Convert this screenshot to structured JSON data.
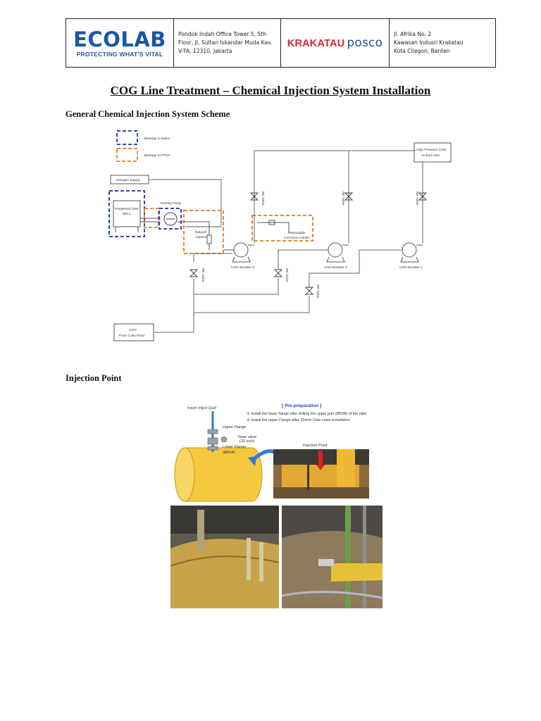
{
  "header": {
    "company_logo": {
      "word": "ECOLAB",
      "tagline": "PROTECTING WHAT'S VITAL"
    },
    "company_address": [
      "Pondok Indah Office Tower 5, 5th",
      "Floor, Jl. Sultan Iskandar Muda Kav.",
      "V-TA, 12310, Jakarta"
    ],
    "client_logo": {
      "primary": "KRAKATAU",
      "secondary": "posco"
    },
    "client_address": [
      "Jl. Afrika No. 2",
      "Kawasan Indusri Krakatau",
      "Kota Cilegon, Banten"
    ]
  },
  "document": {
    "title": "COG Line Treatment – Chemical Injection System Installation",
    "section1_heading": "General Chemical Injection System Scheme",
    "section2_heading": "Injection Point"
  },
  "scheme": {
    "legend": {
      "nalco": "Belongs to Nalco",
      "ptkp": "Belongs to PTKP"
    },
    "nitrogen_supply": "Nitrogen Supply",
    "tank": [
      "PortaFeed Tank",
      "600 L"
    ],
    "dosing_pump": "Dosing Pump",
    "quill": [
      "Nalquill",
      "Injector"
    ],
    "corrosion": [
      "Retractable",
      "Corrosion Holder"
    ],
    "high_pressure": [
      "High Pressure COG",
      "to End User"
    ],
    "boosters": [
      "COG Booster 3",
      "COG Booster 2",
      "COG Booster 1"
    ],
    "cog_source": [
      "COG",
      "From Coke Plant"
    ],
    "valve_label": "NK Valve",
    "colors": {
      "nalco": "#2f45c4",
      "ptkp": "#e58a3c",
      "line": "#666666"
    }
  },
  "injection": {
    "labels": {
      "insert": "Insert Inject Quill",
      "upper_flange": "Upper Flange",
      "gate_valve": [
        "Gate valve",
        "(32 inch)"
      ],
      "lower_flange": "Lower Flange",
      "size": "(Ø50A)",
      "injection_point": "Injection Point"
    },
    "prep": {
      "title": "[ Pre-preparation ]",
      "steps": [
        "① Install the lower flange after drilling the upper part (Ø50A) of the pipe",
        "② Install the upper Flange after 32inch Gate valve installation"
      ]
    }
  }
}
